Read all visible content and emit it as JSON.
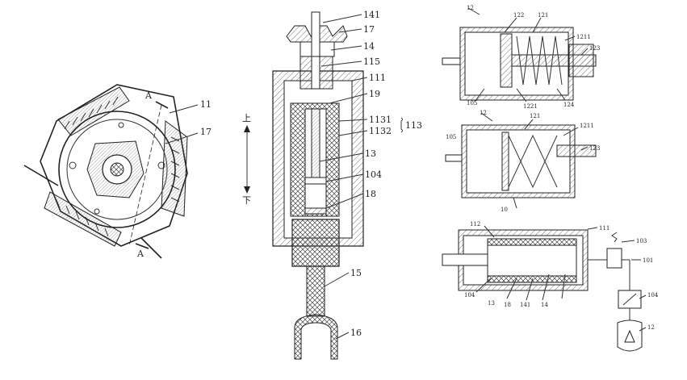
{
  "figure_a": {
    "labels": {
      "a_top": "A",
      "a_bottom": "A",
      "l11": "11",
      "l17": "17"
    }
  },
  "figure_b": {
    "labels": {
      "l141": "141",
      "l17": "17",
      "l14": "14",
      "l115": "115",
      "l111": "111",
      "l19": "19",
      "l1131": "1131",
      "l1132": "1132",
      "l113": "113",
      "l13": "13",
      "l104": "104",
      "l18": "18",
      "l15": "15",
      "l16": "16",
      "up": "上",
      "down": "下"
    }
  },
  "figure_c": {
    "labels": {
      "l12": "12",
      "l122": "122",
      "l121": "121",
      "l1211": "1211",
      "l123": "123",
      "l105": "105",
      "l1221": "1221",
      "l124": "124"
    }
  },
  "figure_d": {
    "labels": {
      "l12": "12",
      "l121": "121",
      "l1211": "1211",
      "l105": "105",
      "l123": "123",
      "l10": "10"
    }
  },
  "figure_e": {
    "labels": {
      "l112": "112",
      "l111": "111",
      "l103": "103",
      "l101": "101",
      "l104a": "104",
      "l104b": "104",
      "l13": "13",
      "l18": "18",
      "l141": "141",
      "l14": "14",
      "l12": "12"
    }
  }
}
